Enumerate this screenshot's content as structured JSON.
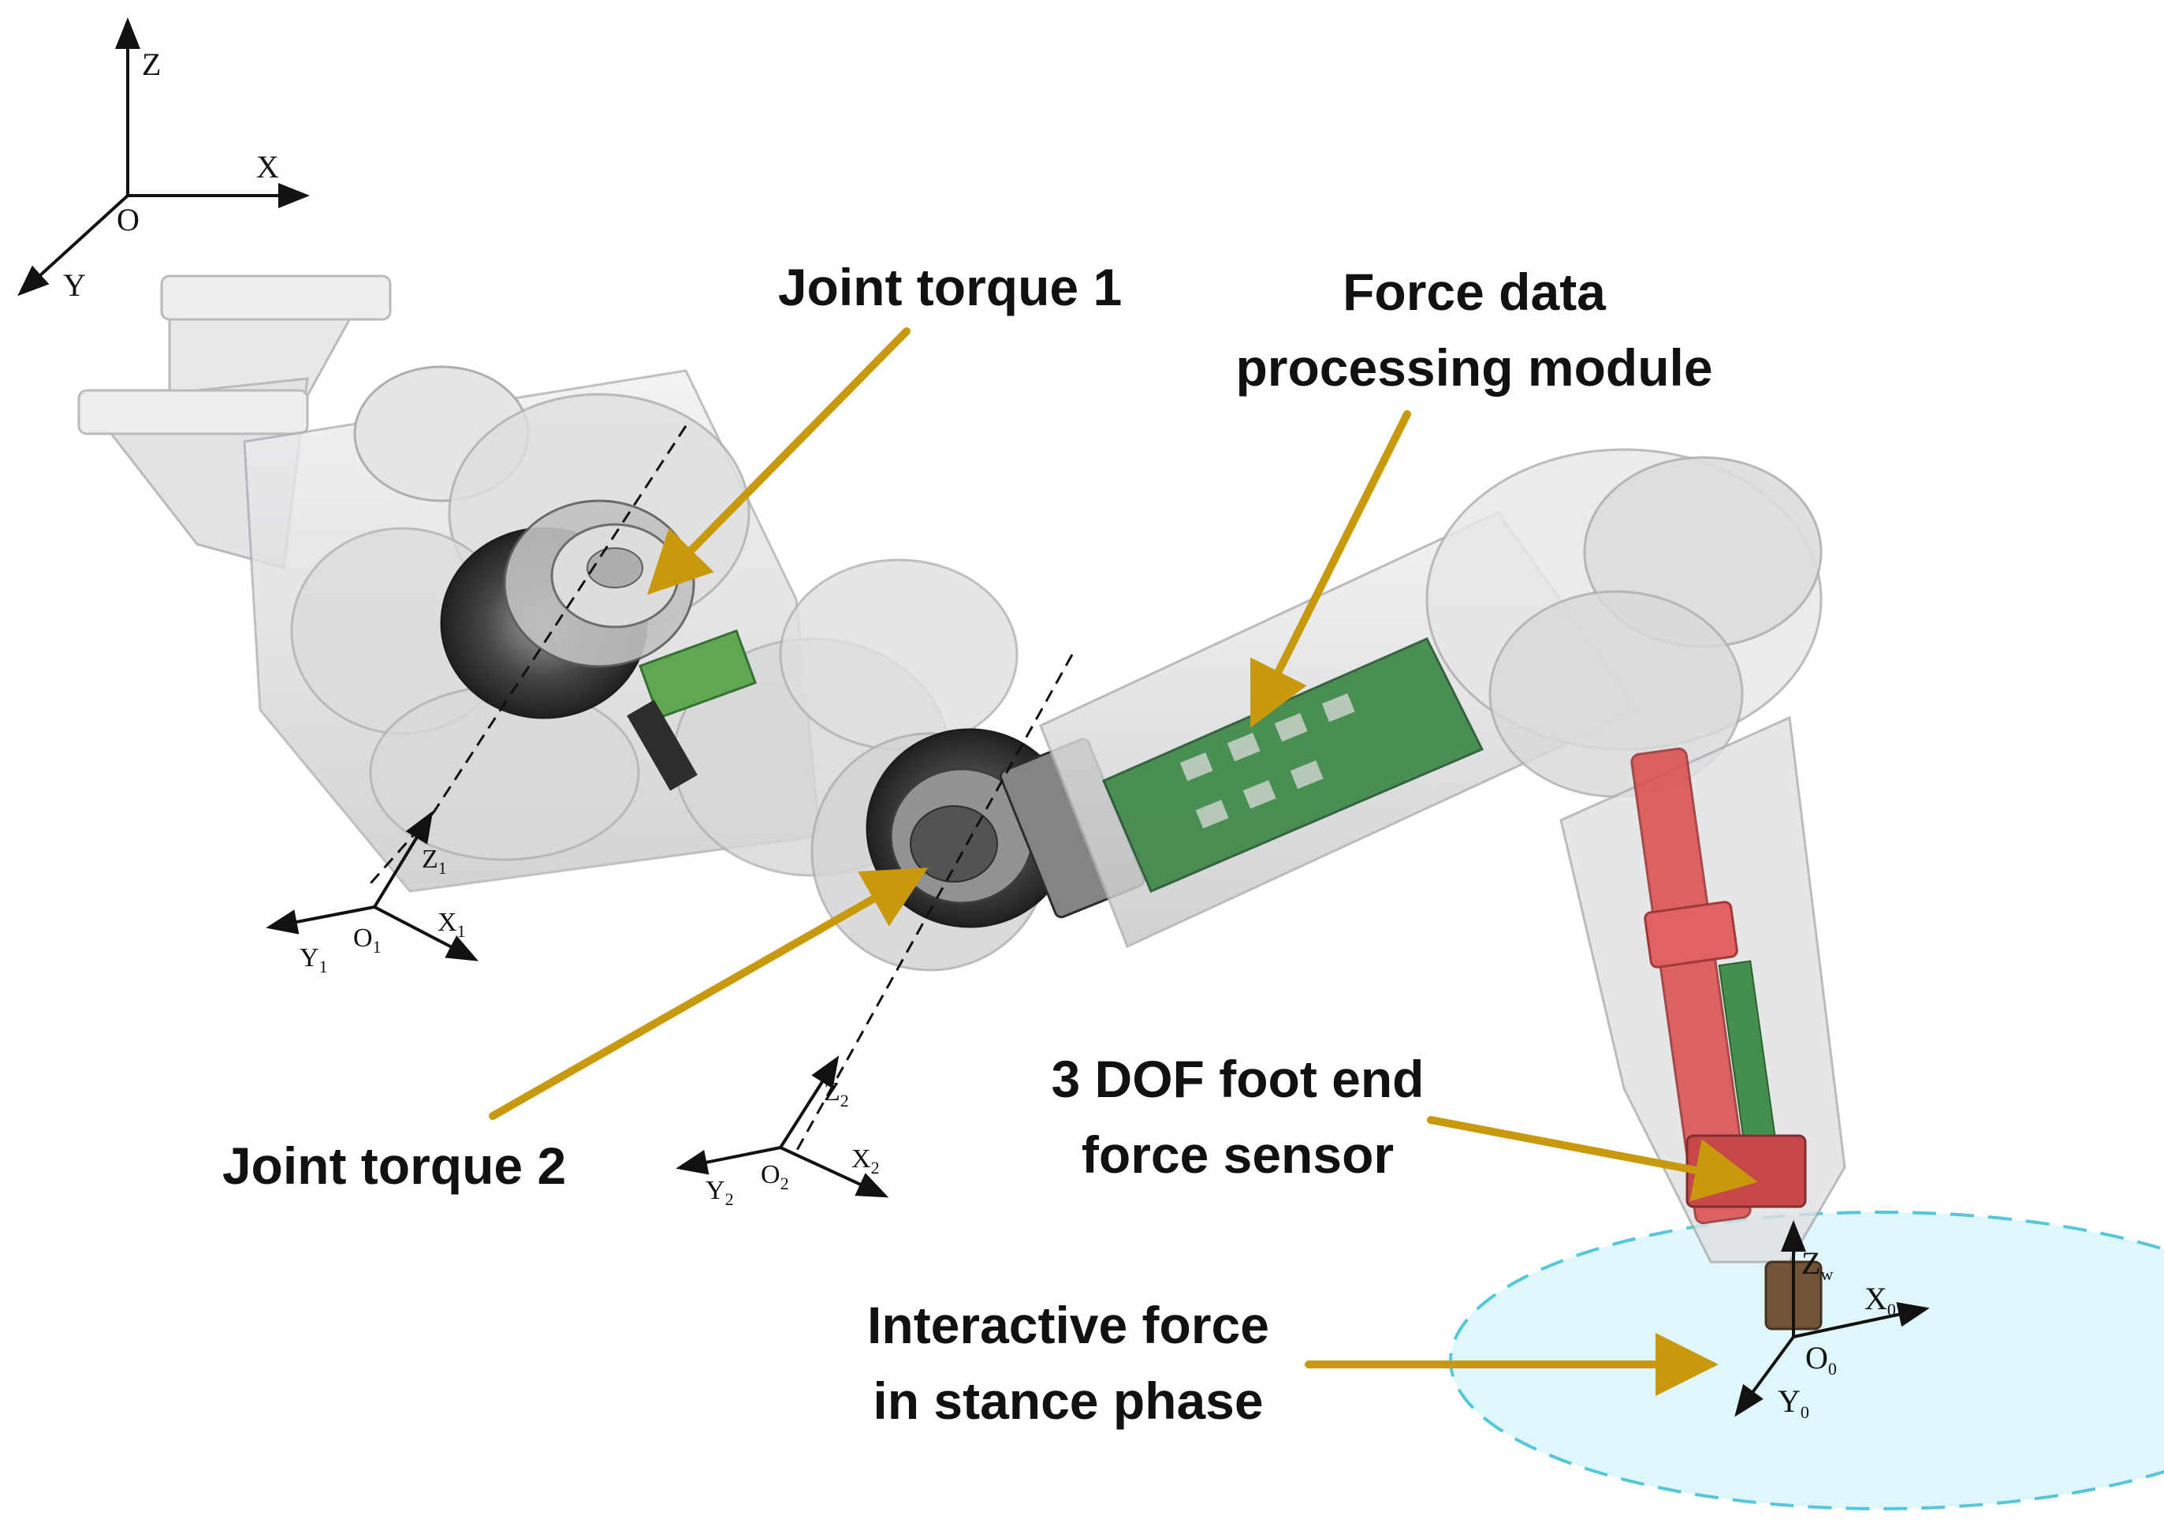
{
  "callouts": {
    "joint_torque_1": "Joint torque 1",
    "force_module": [
      "Force data",
      "processing module"
    ],
    "joint_torque_2": "Joint torque 2",
    "foot_sensor": [
      "3 DOF foot end",
      "force sensor"
    ],
    "interactive_force": [
      "Interactive force",
      "in stance phase"
    ]
  },
  "frames": {
    "world": {
      "z": "Z",
      "x": "X",
      "y": "Y",
      "o": "O"
    },
    "frame1": {
      "z": "Z",
      "x": "X",
      "y": "Y",
      "o": "O",
      "sub": "1"
    },
    "frame2": {
      "z": "Z",
      "x": "X",
      "y": "Y",
      "o": "O",
      "sub": "2"
    },
    "frame0": {
      "z": "Z",
      "x": "X",
      "y": "Y",
      "o": "O",
      "sub": "0",
      "z_sub": "w"
    }
  },
  "colors": {
    "arrow": "#c9990d",
    "stance_ellipse_fill": "#dff6fb",
    "stance_ellipse_stroke": "#54c8da",
    "sensor_red": "#d94a4a",
    "pcb_green": "#2f7f3a",
    "shell": "#d9dadb"
  }
}
